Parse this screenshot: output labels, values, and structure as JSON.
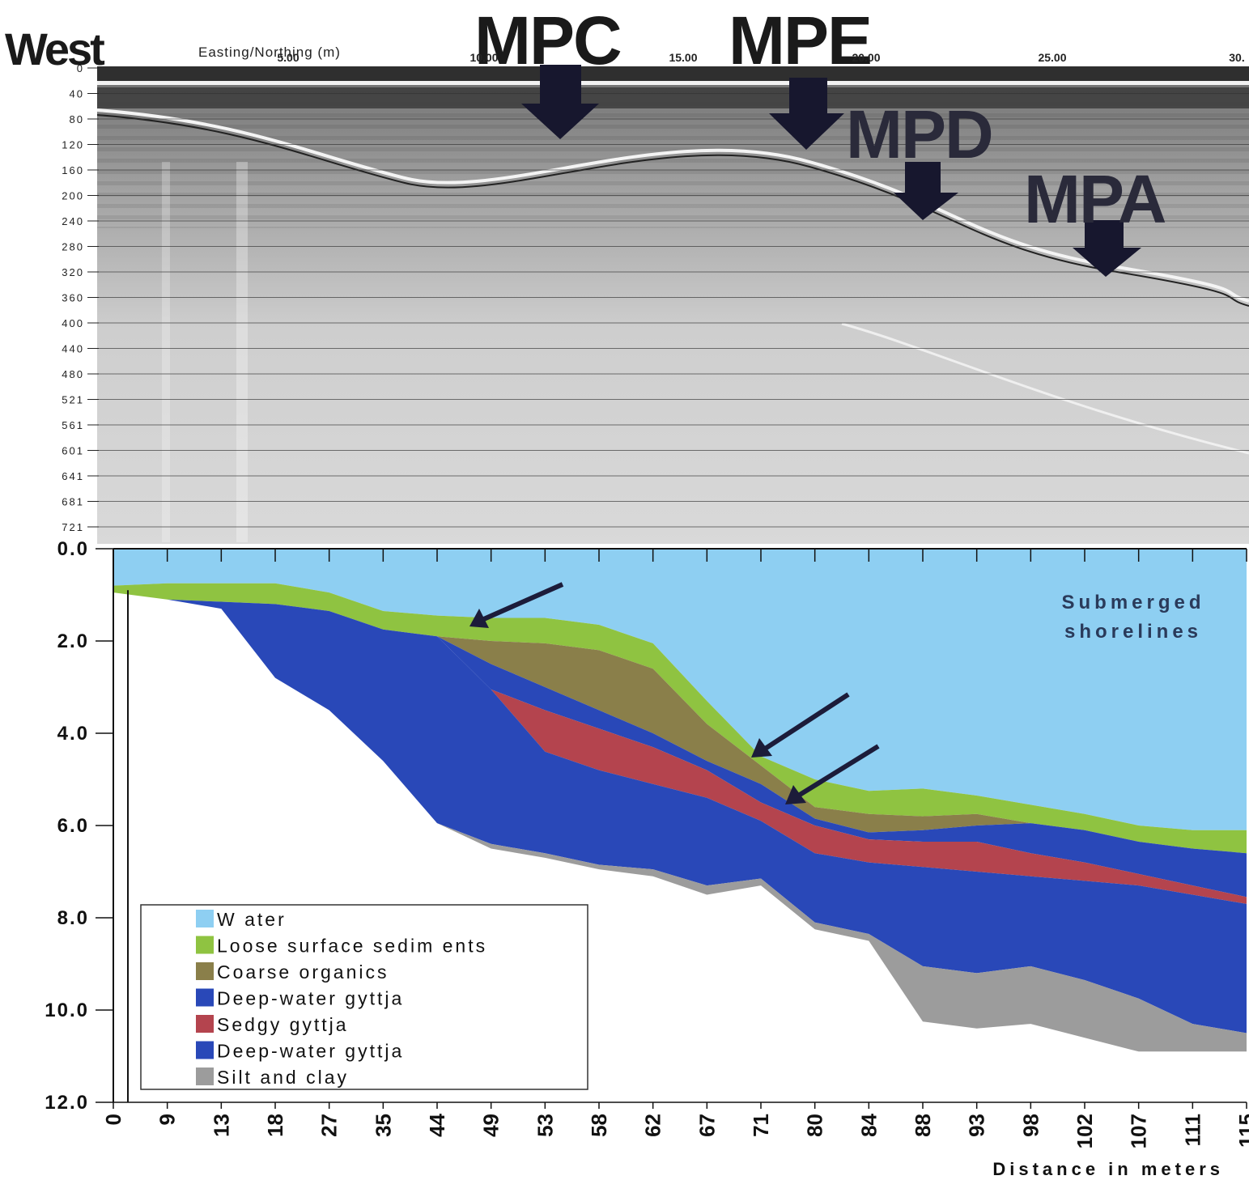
{
  "figure": {
    "west_label": "West",
    "markers": [
      "MPC",
      "MPE",
      "MPD",
      "MPA"
    ]
  },
  "radar": {
    "x_axis_label": "Easting/Northing (m)",
    "x_ticks": [
      "5.00",
      "10.00",
      "15.00",
      "20.00",
      "25.00",
      "30."
    ],
    "y_ticks": [
      "0",
      "40",
      "80",
      "120",
      "160",
      "200",
      "240",
      "280",
      "320",
      "360",
      "400",
      "440",
      "480",
      "521",
      "561",
      "601",
      "641",
      "681",
      "721"
    ]
  },
  "chart_data": {
    "type": "area",
    "xlabel": "Distance in meters",
    "ylabel": "",
    "x_tick_labels": [
      "0",
      "9",
      "13",
      "18",
      "27",
      "35",
      "44",
      "49",
      "53",
      "58",
      "62",
      "67",
      "71",
      "80",
      "84",
      "88",
      "93",
      "98",
      "102",
      "107",
      "111",
      "115"
    ],
    "y_tick_labels": [
      "0.0",
      "2.0",
      "4.0",
      "6.0",
      "8.0",
      "10.0",
      "12.0"
    ],
    "ylim": [
      0,
      12
    ],
    "y_inverted": true,
    "annotation": "Submerged shorelines",
    "legend": {
      "position": "bottom-left",
      "entries": [
        {
          "label": "W ater",
          "color": "#8ecff2"
        },
        {
          "label": "Loose surface sedim ents",
          "color": "#8fc341"
        },
        {
          "label": "Coarse organics",
          "color": "#8a7f4a"
        },
        {
          "label": "Deep-water gyttja",
          "color": "#2948b8"
        },
        {
          "label": "Sedgy gyttja",
          "color": "#b4444e"
        },
        {
          "label": "Deep-water gyttja",
          "color": "#2948b8"
        },
        {
          "label": "Silt and clay",
          "color": "#9c9c9c"
        }
      ]
    },
    "x": [
      0,
      9,
      13,
      18,
      27,
      35,
      44,
      49,
      53,
      58,
      62,
      67,
      71,
      80,
      84,
      88,
      93,
      98,
      102,
      107,
      111,
      115
    ],
    "boundaries": {
      "water_bottom": [
        0.8,
        0.75,
        0.75,
        0.75,
        0.95,
        1.35,
        1.45,
        1.5,
        1.5,
        1.65,
        2.05,
        3.3,
        4.5,
        5.0,
        5.25,
        5.2,
        5.35,
        5.55,
        5.75,
        6.0,
        6.1,
        6.1
      ],
      "loose_bottom": [
        0.95,
        1.1,
        1.15,
        1.2,
        1.35,
        1.75,
        1.9,
        2.0,
        2.05,
        2.2,
        2.6,
        3.8,
        4.7,
        5.6,
        5.75,
        5.8,
        5.75,
        5.95,
        6.1,
        6.35,
        6.5,
        6.6
      ],
      "coarse_bottom": [
        0.95,
        1.1,
        1.15,
        1.2,
        1.35,
        1.75,
        1.9,
        2.5,
        3.0,
        3.5,
        4.0,
        4.6,
        5.1,
        5.85,
        6.15,
        6.1,
        6.0,
        5.95,
        6.1,
        6.35,
        6.5,
        6.6
      ],
      "deep1_bottom": [
        0.95,
        1.1,
        1.15,
        1.2,
        1.35,
        1.75,
        1.9,
        3.05,
        3.5,
        3.9,
        4.3,
        4.8,
        5.5,
        6.0,
        6.3,
        6.35,
        6.35,
        6.6,
        6.8,
        7.05,
        7.3,
        7.55
      ],
      "sedgy_bottom": [
        0.95,
        1.1,
        1.15,
        1.2,
        1.35,
        1.75,
        1.9,
        3.05,
        4.4,
        4.8,
        5.1,
        5.4,
        5.9,
        6.6,
        6.8,
        6.9,
        7.0,
        7.1,
        7.2,
        7.3,
        7.5,
        7.7
      ],
      "deep2_bottom": [
        0.95,
        1.1,
        1.3,
        2.8,
        3.5,
        4.6,
        5.95,
        6.4,
        6.6,
        6.85,
        6.95,
        7.3,
        7.15,
        8.1,
        8.35,
        9.05,
        9.2,
        9.05,
        9.35,
        9.75,
        10.3,
        10.5
      ],
      "silt_bottom": [
        0.95,
        1.1,
        1.3,
        2.8,
        3.5,
        4.6,
        5.95,
        6.5,
        6.7,
        6.95,
        7.1,
        7.5,
        7.3,
        8.25,
        8.5,
        10.25,
        10.4,
        10.3,
        10.6,
        10.9,
        10.9,
        10.9
      ]
    }
  }
}
